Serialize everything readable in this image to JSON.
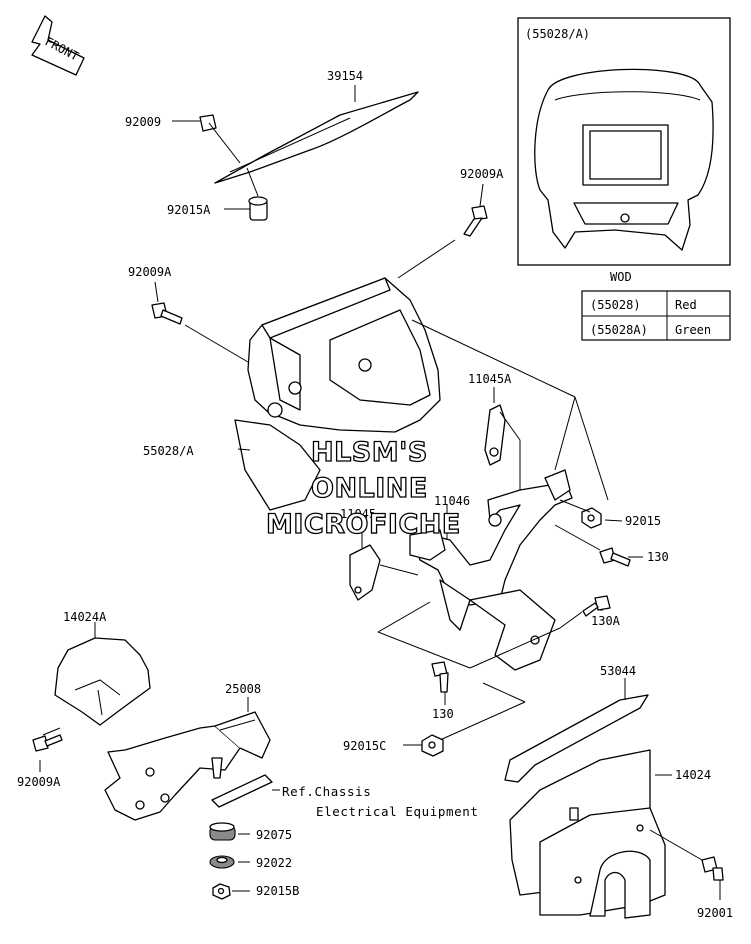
{
  "watermark": [
    "HLSM'S",
    "ONLINE",
    "MICROFICHE"
  ],
  "front_badge": "FRONT",
  "inset": {
    "title": "(55028/A)",
    "caption": "WOD",
    "color_table": [
      {
        "part": "(55028)",
        "color": "Red"
      },
      {
        "part": "(55028A)",
        "color": "Green"
      }
    ]
  },
  "labels": {
    "l39154": "39154",
    "l92009_top": "92009",
    "l92015A": "92015A",
    "l92009A_right": "92009A",
    "l92009A_left": "92009A",
    "l55028A": "55028/A",
    "l11045A": "11045A",
    "l11046": "11046",
    "l11045": "11045",
    "l92015": "92015",
    "l130_a": "130",
    "l130A": "130A",
    "l14024A": "14024A",
    "l25008": "25008",
    "l92009A_bottom": "92009A",
    "l130_b": "130",
    "l53044": "53044",
    "l92015C": "92015C",
    "l14024": "14024",
    "l92075": "92075",
    "l92022": "92022",
    "l92015B": "92015B",
    "l92001": "92001",
    "ref_line1": "Ref.Chassis",
    "ref_line2": "Electrical Equipment"
  }
}
